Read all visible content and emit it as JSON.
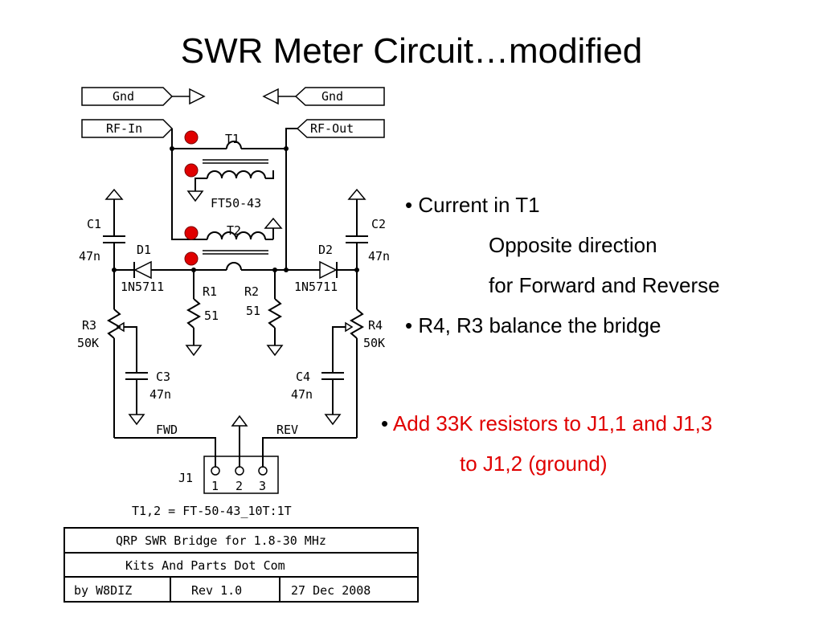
{
  "slide": {
    "title": "SWR Meter Circuit…modified"
  },
  "schematic": {
    "ports": {
      "gnd_left": "Gnd",
      "gnd_right": "Gnd",
      "rf_in": "RF-In",
      "rf_out": "RF-Out"
    },
    "components": {
      "t1": "T1",
      "t2": "T2",
      "core": "FT50-43",
      "c1": "C1",
      "c1_value": "47n",
      "c2": "C2",
      "c2_value": "47n",
      "d1": "D1",
      "d1_part": "1N5711",
      "d2": "D2",
      "d2_part": "1N5711",
      "r1": "R1",
      "r1_value": "51",
      "r2": "R2",
      "r2_value": "51",
      "r3": "R3",
      "r3_value": "50K",
      "r4": "R4",
      "r4_value": "50K",
      "c3": "C3",
      "c3_value": "47n",
      "c4": "C4",
      "c4_value": "47n",
      "fwd": "FWD",
      "rev": "REV",
      "j1": "J1",
      "pin1": "1",
      "pin2": "2",
      "pin3": "3"
    },
    "note": "T1,2 = FT-50-43_10T:1T",
    "title_block": {
      "title": "QRP SWR Bridge for 1.8-30 MHz",
      "company": "Kits And Parts Dot Com",
      "author": "by W8DIZ",
      "revision": "Rev 1.0",
      "date": "27 Dec 2008"
    },
    "marker_color": "#e00000"
  },
  "notes": {
    "bullet1": "• Current in T1",
    "bullet1_sub1": "Opposite direction",
    "bullet1_sub2": "for Forward and Reverse",
    "bullet2": "• R4, R3 balance the bridge",
    "red_bullet_mark": "•",
    "red_bullet": "Add 33K resistors to J1,1 and J1,3",
    "red_bullet_cont": "to J1,2 (ground)",
    "red_color": "#e00000"
  }
}
